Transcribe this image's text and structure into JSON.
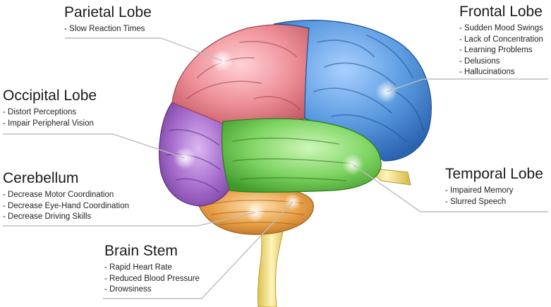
{
  "labels": {
    "parietal": {
      "title": "Parietal Lobe",
      "items": [
        "Slow Reaction Times"
      ]
    },
    "frontal": {
      "title": "Frontal Lobe",
      "items": [
        "Sudden Mood Swings",
        "Lack of Concentration",
        "Learning Problems",
        "Delusions",
        "Hallucinations"
      ]
    },
    "occipital": {
      "title": "Occipital Lobe",
      "items": [
        "Distort Perceptions",
        "Impair Peripheral Vision"
      ]
    },
    "cerebellum": {
      "title": "Cerebellum",
      "items": [
        "Decrease Motor Coordination",
        "Decrease Eye-Hand Coordination",
        "Decrease Driving Skills"
      ]
    },
    "temporal": {
      "title": "Temporal Lobe",
      "items": [
        "Impaired Memory",
        "Slurred Speech"
      ]
    },
    "brainstem": {
      "title": "Brain Stem",
      "items": [
        "Rapid Heart Rate",
        "Reduced Blood Pressure",
        "Drowsiness"
      ]
    }
  },
  "colors": {
    "frontal": "#5b9be0",
    "parietal": "#ee8f98",
    "occipital": "#a66ccd",
    "temporal": "#7fd463",
    "cerebellum": "#e8a048",
    "brainstem": "#f2e08a",
    "leader": "#bdbdbd"
  }
}
